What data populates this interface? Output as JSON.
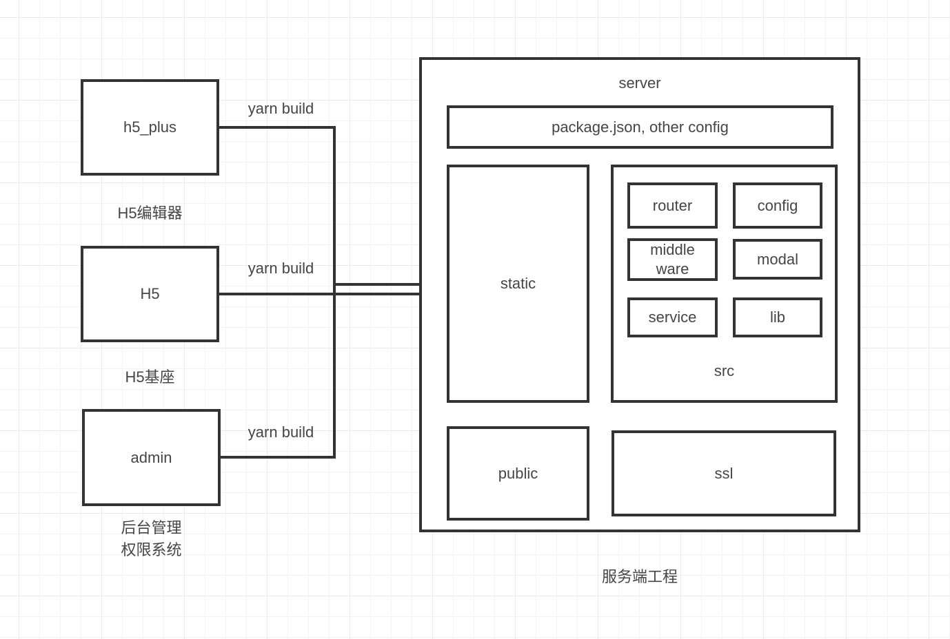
{
  "diagram": {
    "palette": {
      "stroke": "#333333",
      "text": "#454545",
      "background": "#ffffff",
      "grid_minor": "#f4f4f4",
      "grid_major": "#eaeaea"
    },
    "sources": [
      {
        "name": "h5_plus",
        "caption": "H5编辑器",
        "edge_label": "yarn build"
      },
      {
        "name": "H5",
        "caption": "H5基座",
        "edge_label": "yarn build"
      },
      {
        "name": "admin",
        "caption": "后台管理\n权限系统",
        "edge_label": "yarn build"
      }
    ],
    "server": {
      "title": "server",
      "caption": "服务端工程",
      "config_box": "package.json, other config",
      "static_box": "static",
      "public_box": "public",
      "ssl_box": "ssl",
      "src": {
        "label": "src",
        "modules": [
          "router",
          "config",
          "middle\nware",
          "modal",
          "service",
          "lib"
        ]
      }
    }
  }
}
